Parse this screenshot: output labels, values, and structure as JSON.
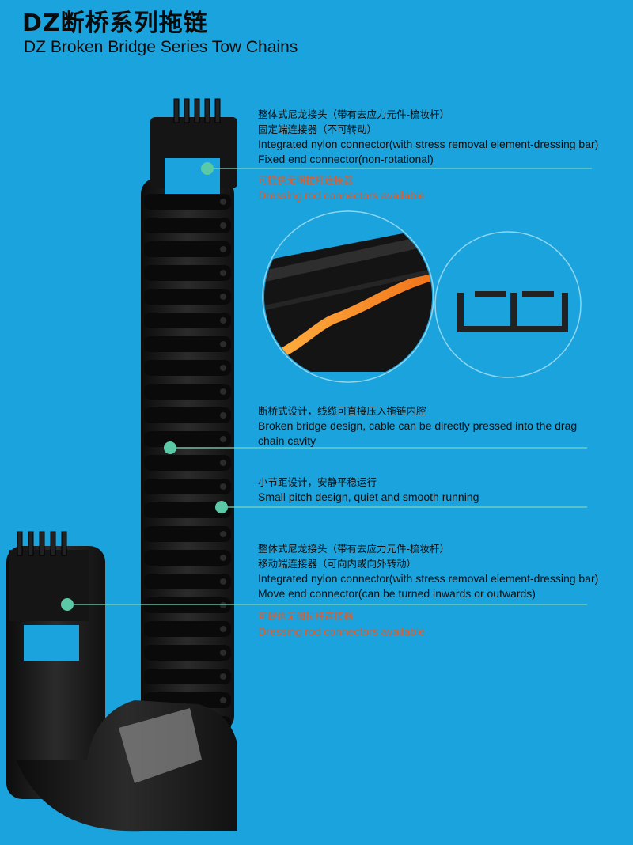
{
  "header": {
    "title_cn": "DZ断桥系列拖链",
    "title_en": "DZ Broken Bridge Series Tow Chains"
  },
  "annotations": {
    "fixed_end": {
      "line1": "整体式尼龙接头（带有去应力元件-梳妆杆）",
      "line2": "固定端连接器（不可转动）",
      "line3": "Integrated nylon connector(with stress removal element-dressing bar)",
      "line4": "Fixed end connector(non-rotational)",
      "note_cn": "可提供无阀拉杆连接器",
      "note_en": "Dressing rod connectors available"
    },
    "broken_bridge": {
      "line1": "断桥式设计，线缆可直接压入拖链内腔",
      "line2": "Broken bridge design, cable can be directly pressed into the drag",
      "line3": "chain cavity"
    },
    "small_pitch": {
      "line1": "小节距设计，安静平稳运行",
      "line2": "Small pitch design, quiet and smooth running"
    },
    "moving_end": {
      "line1": "整体式尼龙接头（带有去应力元件-梳妆杆）",
      "line2": "移动端连接器（可向内或向外转动）",
      "line3": "Integrated nylon connector(with stress removal element-dressing bar)",
      "line4": "Move end connector(can be turned inwards or outwards)",
      "note_cn": "可提供无阀拉杆连接器",
      "note_en": "Dressing rod connectors available"
    }
  },
  "colors": {
    "background": "#1aa3dd",
    "callout_dot": "#5cc9a6",
    "callout_line": "#7fd4b8",
    "accent_red": "#e25a2a",
    "chain": "#1a1a1a"
  }
}
